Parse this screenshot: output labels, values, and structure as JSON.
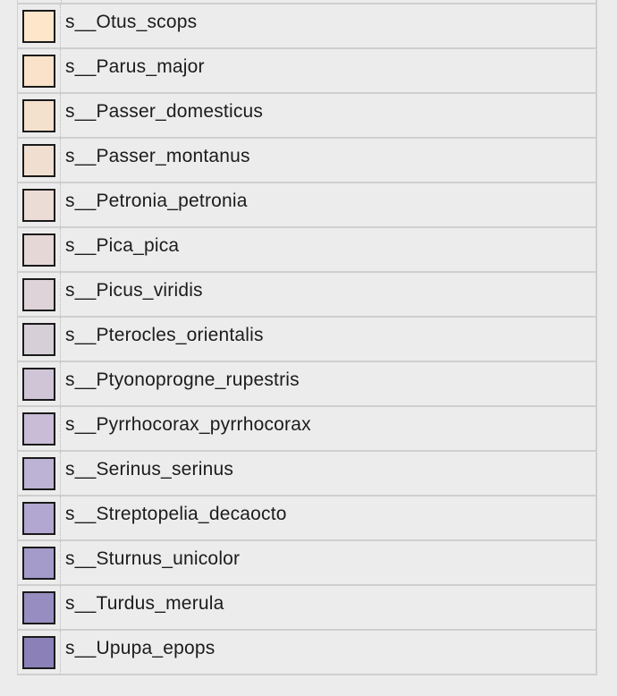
{
  "legend": {
    "items": [
      {
        "label": "s__Otus_scops",
        "color": "#fde6c9"
      },
      {
        "label": "s__Parus_major",
        "color": "#f9e2c9"
      },
      {
        "label": "s__Passer_domesticus",
        "color": "#f3e0cd"
      },
      {
        "label": "s__Passer_montanus",
        "color": "#f0dfd1"
      },
      {
        "label": "s__Petronia_petronia",
        "color": "#ebdcd5"
      },
      {
        "label": "s__Pica_pica",
        "color": "#e4d7d6"
      },
      {
        "label": "s__Picus_viridis",
        "color": "#ddd3d9"
      },
      {
        "label": "s__Pterocles_orientalis",
        "color": "#d6cfd8"
      },
      {
        "label": "s__Ptyonoprogne_rupestris",
        "color": "#cfc5d7"
      },
      {
        "label": "s__Pyrrhocorax_pyrrhocorax",
        "color": "#c8bcd6"
      },
      {
        "label": "s__Serinus_serinus",
        "color": "#bdb3d4"
      },
      {
        "label": "s__Streptopelia_decaocto",
        "color": "#b2a7d0"
      },
      {
        "label": "s__Sturnus_unicolor",
        "color": "#a59bca"
      },
      {
        "label": "s__Turdus_merula",
        "color": "#978dc0"
      },
      {
        "label": "s__Upupa_epops",
        "color": "#8b80b8"
      }
    ]
  }
}
